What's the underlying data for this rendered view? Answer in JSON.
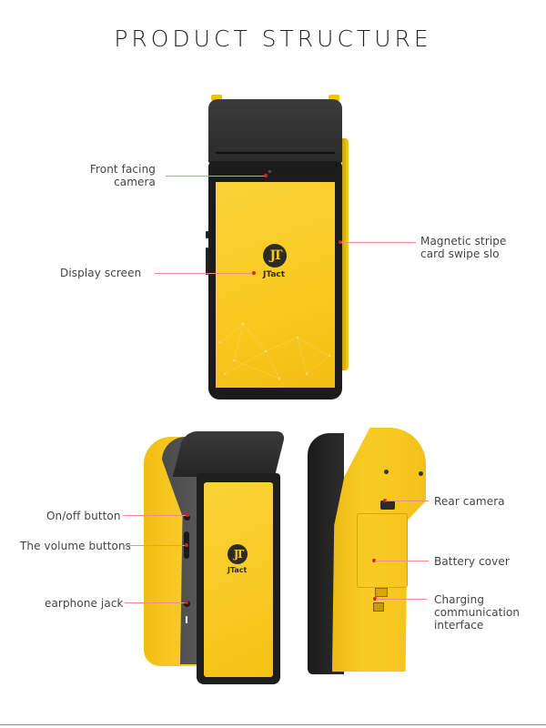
{
  "title": "PRODUCT STRUCTURE",
  "brand": {
    "logo_mark": "JT",
    "logo_text": "JTact",
    "accent_color": "#f8c91f",
    "body_color": "#2b2b2b",
    "leader_color": "#e0201c"
  },
  "front_view": {
    "labels": {
      "front_camera_line1": "Front facing",
      "front_camera_line2": "camera",
      "display_screen": "Display screen",
      "mag_stripe_line1": "Magnetic stripe",
      "mag_stripe_line2": "card swipe slo"
    }
  },
  "side_view": {
    "labels": {
      "power": "On/off button",
      "volume": "The volume buttons",
      "earphone": "earphone jack"
    }
  },
  "back_view": {
    "labels": {
      "rear_camera": "Rear camera",
      "battery_cover": "Battery cover",
      "charging_line1": "Charging",
      "charging_line2": "communication",
      "charging_line3": "interface"
    }
  }
}
